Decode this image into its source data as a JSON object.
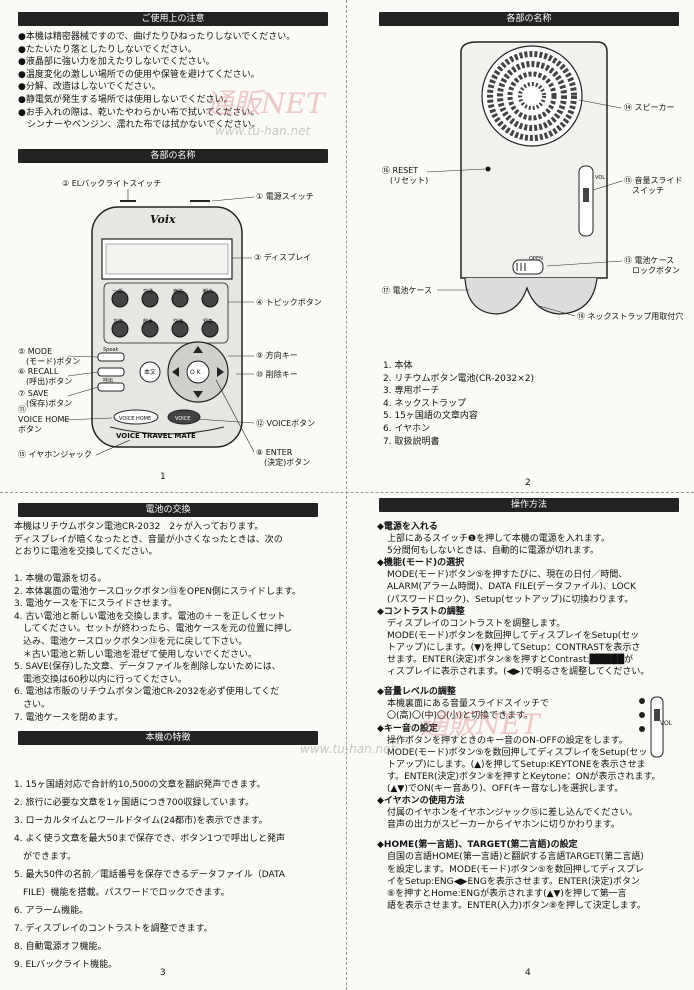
{
  "q1": {
    "header_usage": "ご使用上の注意",
    "cautions": [
      "●本機は精密器械ですので、曲げたりひねったりしないでください。",
      "●たたいたり落としたりしないでください。",
      "●液晶部に強い力を加えたりしないでください。",
      "●温度変化の激しい場所での使用や保管を避けてください。",
      "●分解、改造はしないでください。",
      "●静電気が発生する場所では使用しないでください。",
      "●お手入れの際は、乾いたやわらかい布で拭いてください。",
      "　シンナーやベンジン、濡れた布では拭かないでください。"
    ],
    "header_parts": "各部の名称",
    "device": {
      "brand": "Voix",
      "bottom_label": "VOICE TRAVEL MATE",
      "voice_home_btn": "VOICE HOME",
      "voice_btn": "VOICE",
      "center_btn": "O K",
      "left_btn": "本文"
    },
    "topic_labels": [
      "一般",
      "交通",
      "宿泊",
      "観光",
      "方術",
      "飲食",
      "交流",
      "緊急"
    ],
    "side_labels": [
      "Speak",
      "呼出",
      "保存"
    ],
    "labels": {
      "backlight": "② ELバックライトスイッチ",
      "power": "① 電源スイッチ",
      "display": "③ ディスプレイ",
      "topic": "④ トピックボタン",
      "mode": "⑤ MODE\n　(モード)ボタン",
      "recall": "⑥ RECALL\n　(呼出)ボタン",
      "save": "⑦ SAVE\n　(保存)ボタン",
      "voicehome": "⑪\nVOICE HOME\nボタン",
      "direction": "⑨ 方向キー",
      "delete": "⑩ 削除キー",
      "voice": "⑫ VOICEボタン",
      "enter": "⑧ ENTER\n　(決定)ボタン",
      "earphone": "⑮ イヤホンジャック"
    },
    "page_number": "1"
  },
  "q2": {
    "header": "各部の名称",
    "labels": {
      "speaker": "⑭ スピーカー",
      "reset": "⑯ RESET\n　(リセット)",
      "volume": "⑮ 音量スライド\n　スイッチ",
      "vol_mark": "VOL",
      "open_mark": "OPEN",
      "lock": "⑬ 電池ケース\n　ロックボタン",
      "battery_case": "⑰ 電池ケース",
      "strap": "⑱ ネックストラップ用取付穴"
    },
    "contents": [
      "1. 本体",
      "2. リチウムボタン電池(CR-2032×2)",
      "3. 専用ポーチ",
      "4. ネックストラップ",
      "5. 15ヶ国語の文章内容",
      "6. イヤホン",
      "7. 取扱説明書"
    ],
    "page_number": "2"
  },
  "q3": {
    "header_battery": "電池の交換",
    "intro": [
      "本機はリチウムボタン電池CR-2032　2ヶが入っております。",
      "ディスプレイが暗くなったとき、音量が小さくなったときは、次の",
      "とおりに電池を交換してください。"
    ],
    "steps": [
      "1. 本機の電源を切る。",
      "2. 本体裏面の電池ケースロックボタン⑬をOPEN側にスライドします。",
      "3. 電池ケースを下にスライドさせます。",
      "4. 古い電池と新しい電池を交換します。電池の＋－を正しくセット",
      "　してください。セットが終わったら、電池ケースを元の位置に押し",
      "　込み、電池ケースロックボタン⑬を元に戻して下さい。",
      "　＊古い電池と新しい電池を混ぜて使用しないでください。",
      "5. SAVE(保存)した文章、データファイルを削除しないためには、",
      "　電池交換は60秒以内に行ってください。",
      "6. 電池は市販のリチウムボタン電池CR-2032を必ず使用してくだ",
      "　さい。",
      "7. 電池ケースを閉めます。"
    ],
    "header_features": "本機の特徴",
    "features": [
      "1. 15ヶ国語対応で合計約10,500の文章を翻訳発声できます。",
      "2. 旅行に必要な文章を1ヶ国語につき700収録しています。",
      "3. ローカルタイムとワールドタイム(24都市)を表示できます。",
      "4. よく使う文章を最大50まで保存でき、ボタン1つで呼出しと発声",
      "　ができます。",
      "5. 最大50件の名前／電話番号を保存できるデータファイル（DATA",
      "　FILE）機能を搭載。パスワードでロックできます。",
      "6. アラーム機能。",
      "7. ディスプレイのコントラストを調整できます。",
      "8. 自動電源オフ機能。",
      "9. ELバックライト機能。"
    ],
    "page_number": "3"
  },
  "q4": {
    "header": "操作方法",
    "sections": [
      {
        "title": "◆電源を入れる",
        "lines": [
          "上部にあるスイッチ❶を押して本機の電源を入れます。",
          "5分間何もしないときは、自動的に電源が切れます。"
        ]
      },
      {
        "title": "◆機能(モード)の選択",
        "lines": [
          "MODE(モード)ボタン⑤を押すたびに、現在の日付／時間、",
          "ALARM(アラーム時間)、DATA FILE(データファイル)、LOCK",
          "(パスワードロック)、Setup(セットアップ)に切換わります。"
        ]
      },
      {
        "title": "◆コントラストの調整",
        "lines": [
          "ディスプレイのコントラストを調整します。",
          "MODE(モード)ボタンを数回押してディスプレイをSetup(セッ",
          "トアップ)にします。(▼)を押してSetup：CONTRASTを表示さ",
          "せます。ENTER(決定)ボタン⑧を押すとContrast:█████が",
          "ィスプレイに表示されます。(◀▶)で明るさを調整してください。"
        ]
      },
      {
        "title": "◆音量レベルの調整",
        "lines": [
          "本機裏面にある音量スライドスイッチで",
          "〇(高)〇(中)〇(小)と切換できます。"
        ]
      },
      {
        "title": "◆キー音の設定",
        "lines": [
          "操作ボタンを押すときのキー音のON-OFFの設定をします。",
          "MODE(モード)ボタン⑤を数回押してディスプレイをSetup(セッ",
          "トアップ)にします。(▲)を押してSetup:KEYTONEを表示させま",
          "す。ENTER(決定)ボタン⑧を押すとKeytone：ONが表示されます。",
          "(▲▼)でON(キー音あり)、OFF(キー音なし)を選択します。"
        ]
      },
      {
        "title": "◆イヤホンの使用方法",
        "lines": [
          "付属のイヤホンをイヤホンジャック⑮に差し込んでください。",
          "音声の出力がスピーカーからイヤホンに切りかわります。"
        ]
      },
      {
        "title": "◆HOME(第一言語)、TARGET(第二言語)の設定",
        "lines": [
          "自国の言語HOME(第一言語)と翻訳する言語TARGET(第二言語)",
          "を設定します。MODE(モード)ボタン⑤を数回押してディスプレ",
          "イをSetup:ENG◀▶ENGを表示させます。ENTER(決定)ボタン",
          "⑧を押すとHome:ENGが表示されます(▲▼)を押して第一言",
          "語を表示させます。ENTER(入力)ボタン⑧を押して決定します。"
        ]
      }
    ],
    "page_number": "4"
  },
  "watermark": {
    "text": "通販NET",
    "url": "www.tu-han.net"
  }
}
